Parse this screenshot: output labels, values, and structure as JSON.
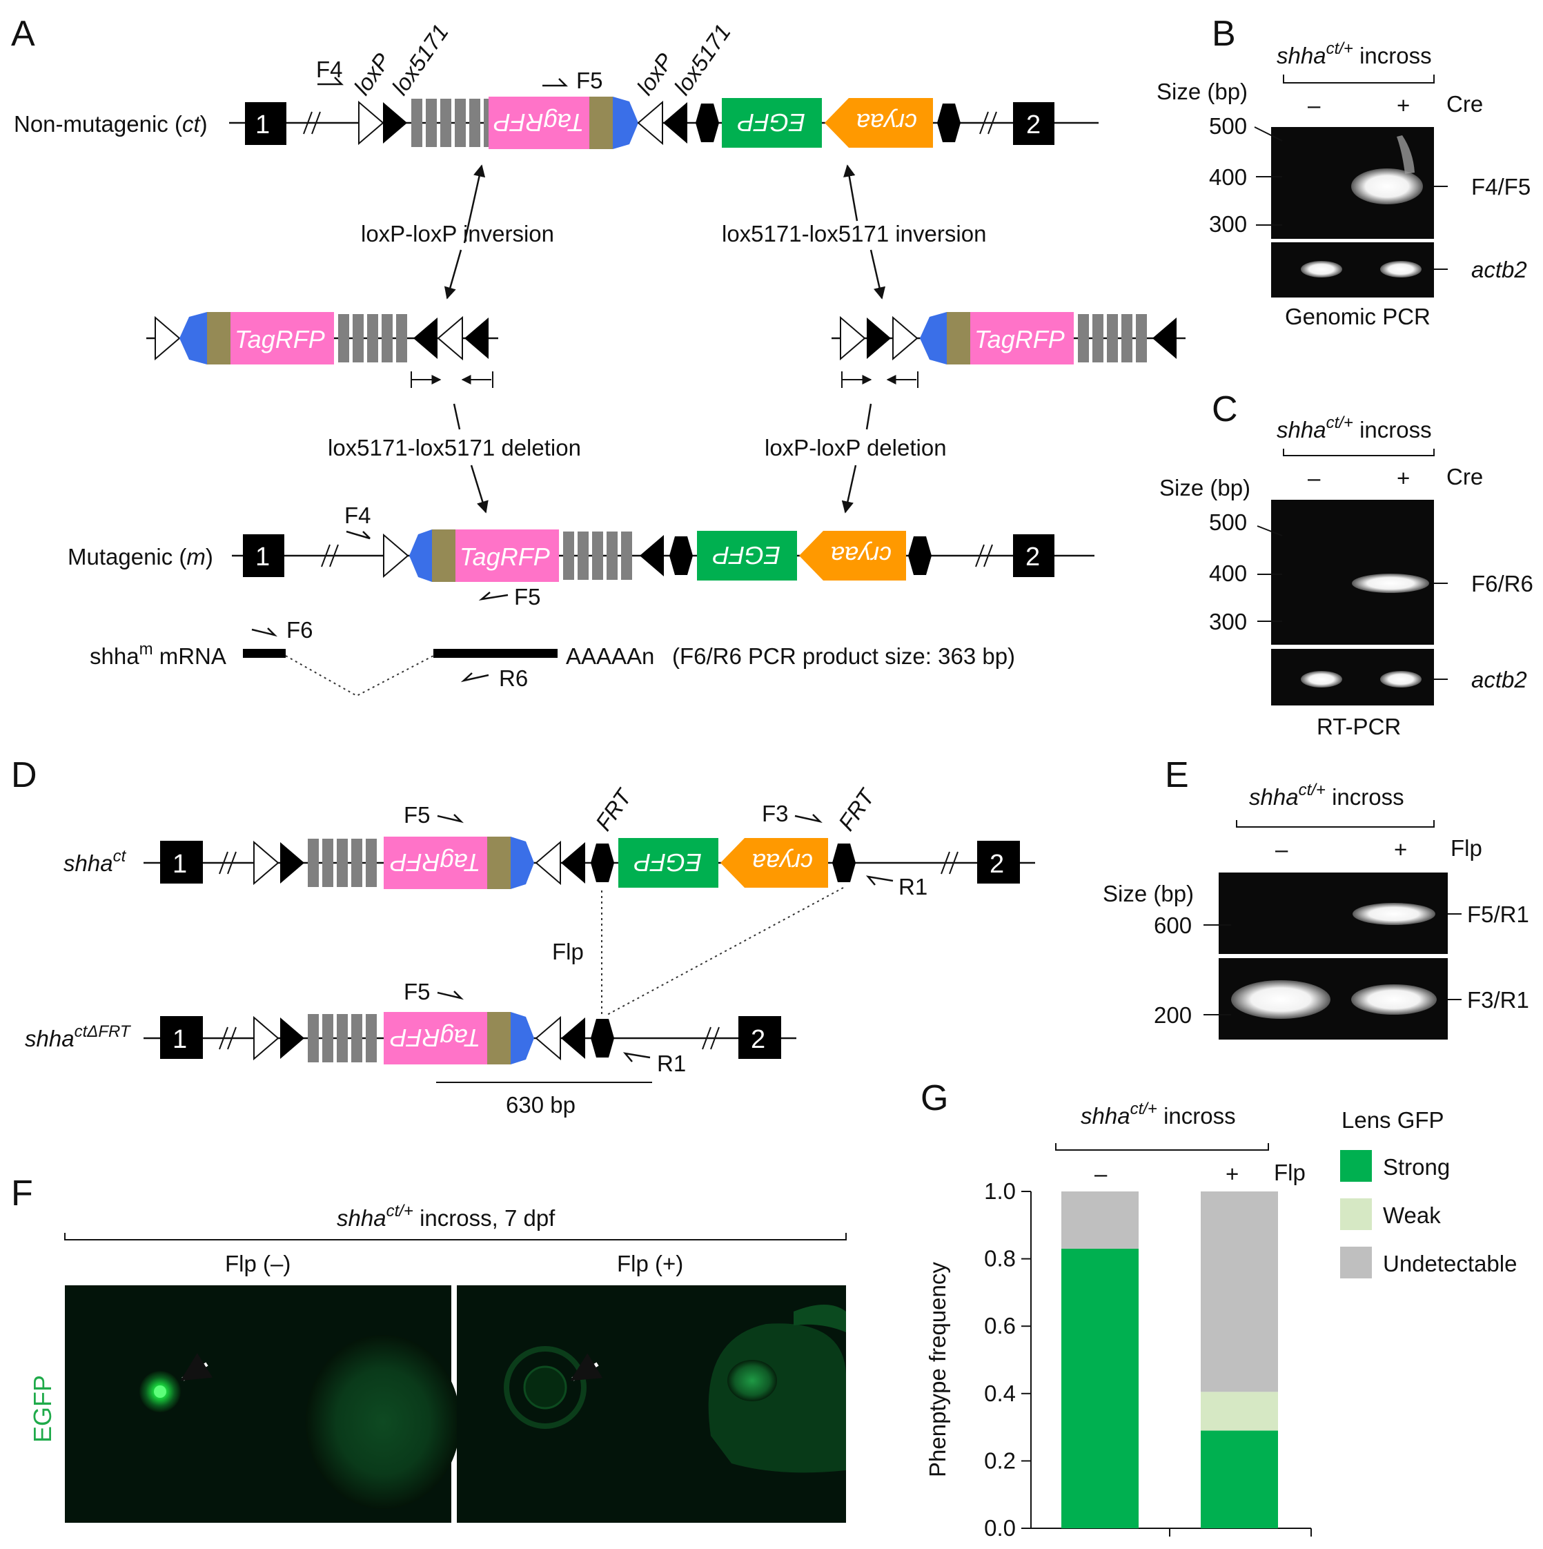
{
  "panels": {
    "a": "A",
    "b": "B",
    "c": "C",
    "d": "D",
    "e": "E",
    "f": "F",
    "g": "G"
  },
  "panel_a": {
    "nonmut_label": "Non-mutagenic (ct)",
    "mut_label": "Mutagenic (m)",
    "exon1": "1",
    "exon2": "2",
    "f4": "F4",
    "f5": "F5",
    "f6": "F6",
    "r6": "R6",
    "loxp": "loxP",
    "lox5171": "lox5171",
    "tagrfp": "TagRFP",
    "egfp": "EGFP",
    "cryaa": "cryaa",
    "loxp_inversion": "loxP-loxP inversion",
    "lox5171_inversion": "lox5171-lox5171 inversion",
    "lox5171_deletion": "lox5171-lox5171 deletion",
    "loxp_deletion": "loxP-loxP deletion",
    "mrna_label": "shham mRNA",
    "polya": "AAAAAn",
    "pcr_note": "(F6/R6 PCR product size: 363 bp)"
  },
  "panel_b": {
    "title": "shhact/+ incross",
    "size_label": "Size (bp)",
    "minus": "–",
    "plus": "+",
    "enzyme": "Cre",
    "ladder": [
      "500",
      "400",
      "300"
    ],
    "band1": "F4/F5",
    "band2": "actb2",
    "caption": "Genomic PCR"
  },
  "panel_c": {
    "title": "shhact/+ incross",
    "size_label": "Size (bp)",
    "minus": "–",
    "plus": "+",
    "enzyme": "Cre",
    "ladder": [
      "500",
      "400",
      "300"
    ],
    "band1": "F6/R6",
    "band2": "actb2",
    "caption": "RT-PCR"
  },
  "panel_d": {
    "ct_label": "shhact",
    "dfrt_label": "shhactΔFRT",
    "exon1": "1",
    "exon2": "2",
    "f5": "F5",
    "f3": "F3",
    "r1": "R1",
    "frt": "FRT",
    "flp": "Flp",
    "tagrfp": "TagRFP",
    "egfp": "EGFP",
    "cryaa": "cryaa",
    "size": "630 bp"
  },
  "panel_e": {
    "title": "shhact/+ incross",
    "size_label": "Size (bp)",
    "minus": "–",
    "plus": "+",
    "enzyme": "Flp",
    "ladder": [
      "600",
      "200"
    ],
    "band1": "F5/R1",
    "band2": "F3/R1"
  },
  "panel_f": {
    "title": "shhact/+ incross, 7 dpf",
    "left": "Flp (–)",
    "right": "Flp (+)",
    "channel": "EGFP"
  },
  "chart_data": {
    "type": "bar",
    "stacked": true,
    "title": "shhact/+ incross",
    "ylabel": "Phenptype frequency",
    "xlabel": "",
    "group_label": "Flp",
    "categories": [
      "–",
      "+"
    ],
    "ylim": [
      0,
      1.0
    ],
    "yticks": [
      "0.0",
      "0.2",
      "0.4",
      "0.6",
      "0.8",
      "1.0"
    ],
    "legend_title": "Lens GFP",
    "legend_position": "right",
    "series": [
      {
        "name": "Strong",
        "values": [
          0.83,
          0.29
        ],
        "color": "#00b050"
      },
      {
        "name": "Weak",
        "values": [
          0.0,
          0.115
        ],
        "color": "#d6e8c4"
      },
      {
        "name": "Undetectable",
        "values": [
          0.17,
          0.595
        ],
        "color": "#bfbfbf"
      }
    ]
  }
}
